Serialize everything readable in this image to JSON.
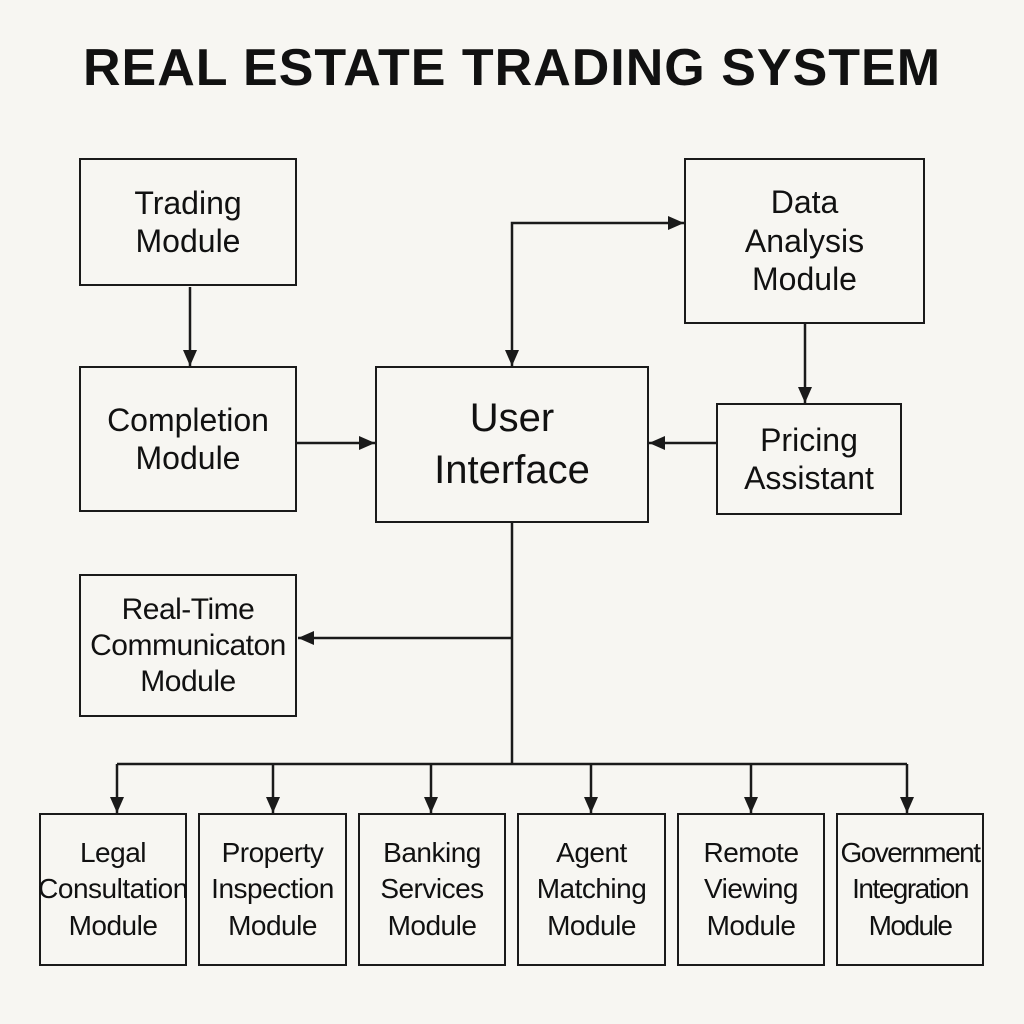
{
  "title": "REAL ESTATE TRADING SYSTEM",
  "nodes": {
    "trading": "Trading\nModule",
    "completion": "Completion\nModule",
    "user_interface": "User\nInterface",
    "data_analysis": "Data\nAnalysis\nModule",
    "pricing": "Pricing\nAssistant",
    "realtime": "Real-Time\nCommunicaton\nModule",
    "legal": "Legal\nConsultation\nModule",
    "property": "Property\nInspection\nModule",
    "banking": "Banking\nServices\nModule",
    "agent": "Agent\nMatching\nModule",
    "remote": "Remote\nViewing\nModule",
    "government": "Government\nIntegration\nModule"
  },
  "edges": [
    {
      "from": "trading",
      "to": "completion"
    },
    {
      "from": "completion",
      "to": "user_interface"
    },
    {
      "from": "user_interface",
      "to": "data_analysis"
    },
    {
      "from": "data_analysis",
      "to": "user_interface"
    },
    {
      "from": "data_analysis",
      "to": "pricing"
    },
    {
      "from": "pricing",
      "to": "user_interface"
    },
    {
      "from": "user_interface",
      "to": "realtime"
    },
    {
      "from": "user_interface",
      "to": "legal"
    },
    {
      "from": "user_interface",
      "to": "property"
    },
    {
      "from": "user_interface",
      "to": "banking"
    },
    {
      "from": "user_interface",
      "to": "agent"
    },
    {
      "from": "user_interface",
      "to": "remote"
    },
    {
      "from": "user_interface",
      "to": "government"
    }
  ]
}
